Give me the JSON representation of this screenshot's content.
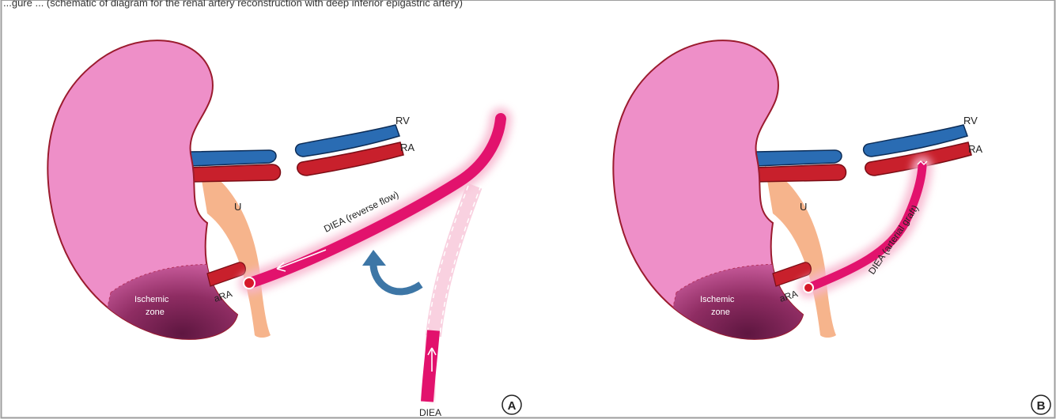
{
  "caption_fragment": "...gure ... (schematic of diagram for the renal artery reconstruction with deep inferior epigastric artery)",
  "panel_a": {
    "letter": "A",
    "labels": {
      "rv": "RV",
      "ra": "RA",
      "u": "U",
      "ara": "aRA",
      "ischemic_line1": "Ischemic",
      "ischemic_line2": "zone",
      "diea_reverse": "DIEA (reverse flow)",
      "diea_bottom": "DIEA"
    }
  },
  "panel_b": {
    "letter": "B",
    "labels": {
      "rv": "RV",
      "ra": "RA",
      "u": "U",
      "ara": "aRA",
      "ischemic_line1": "Ischemic",
      "ischemic_line2": "zone",
      "diea_graft": "DIEA (arterial graft)"
    }
  },
  "colors": {
    "kidney_fill": "#ee8fc8",
    "kidney_outline": "#9b1b2e",
    "ischemic_fill": "#7d2455",
    "vein": "#2a6cb3",
    "artery": "#c8202c",
    "ureter": "#f6b48c",
    "diea": "#e2126d",
    "diea_glow": "#f7b4cd",
    "rotation_arrow": "#3d76a6",
    "frame": "#9e9e9e"
  }
}
